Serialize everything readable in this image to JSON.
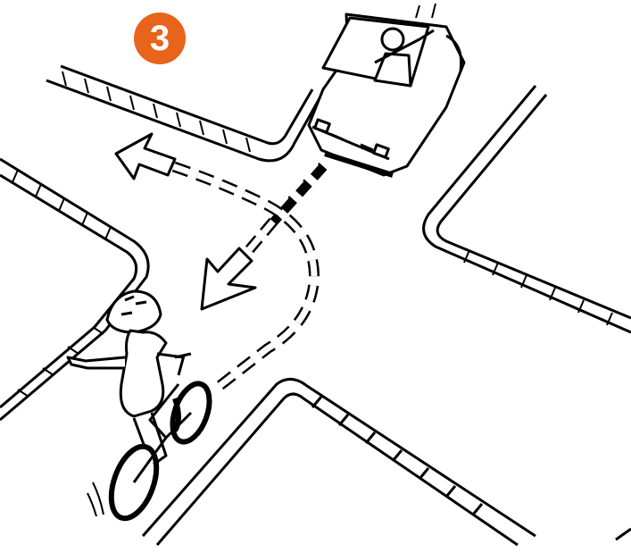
{
  "step_badge": {
    "number": "3",
    "color": "#e8641b"
  },
  "illustration": {
    "subjects": [
      "car-icon",
      "cyclist-icon",
      "curb-lines",
      "turn-path-arrows"
    ],
    "line_color": "#000000",
    "background": "#ffffff"
  }
}
